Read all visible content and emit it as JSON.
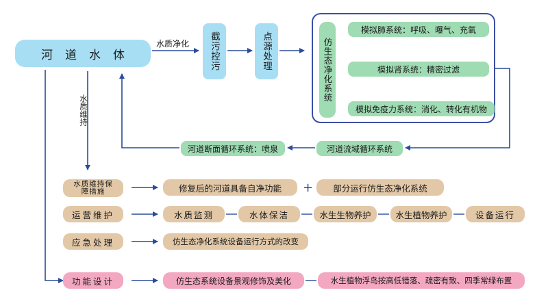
{
  "top": {
    "main": "河道水体",
    "flow_label": "水质净化",
    "step1": "截污控污",
    "step2": "点源处理",
    "system_title": "仿生态净化系统",
    "lung": "模拟肺系统：呼吸、曝气、充氧",
    "kidney": "模拟肾系统：精密过滤",
    "immune": "模拟免疫力系统：消化、转化有机物",
    "basin_cycle": "河道流域循环系统",
    "section_cycle": "河道断面循环系统：喷泉",
    "maintain_label": "水质维持"
  },
  "rows": [
    {
      "label": "水质维持保障措施",
      "items": [
        "修复后的河道具备自净功能",
        "部分运行仿生态净化系统"
      ],
      "joiner": "+"
    },
    {
      "label": "运营维护",
      "items": [
        "水质监测",
        "水体保洁",
        "水生生物养护",
        "水生植物养护",
        "设备运行"
      ]
    },
    {
      "label": "应急处理",
      "items": [
        "仿生态净化系统设备运行方式的改变"
      ]
    },
    {
      "label": "功能设计",
      "items": [
        "仿生态系统设备景观修饰及美化",
        "水生植物浮岛按高低错落、疏密有致、四季常绿布置"
      ]
    }
  ],
  "colors": {
    "blue": "#a8def4",
    "green": "#9fdbb3",
    "tan": "#e2c8a7",
    "pink": "#f3a7c1",
    "line": "#2b4b9b",
    "frame": "#3c4fa3"
  }
}
